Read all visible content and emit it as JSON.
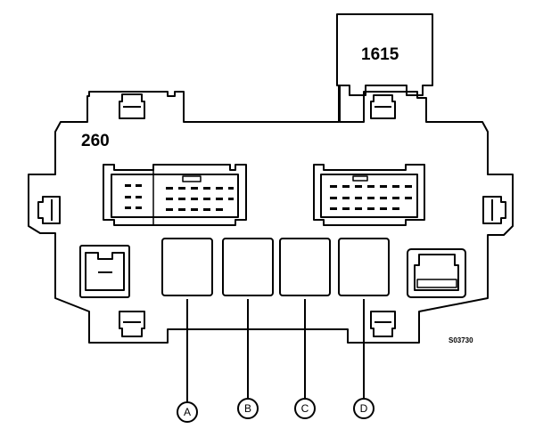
{
  "diagram": {
    "box_label": "260",
    "relay_label": "1615",
    "reference_code": "S03730",
    "callouts": [
      "A",
      "B",
      "C",
      "D"
    ]
  },
  "colors": {
    "stroke": "#000000",
    "background": "#ffffff"
  }
}
